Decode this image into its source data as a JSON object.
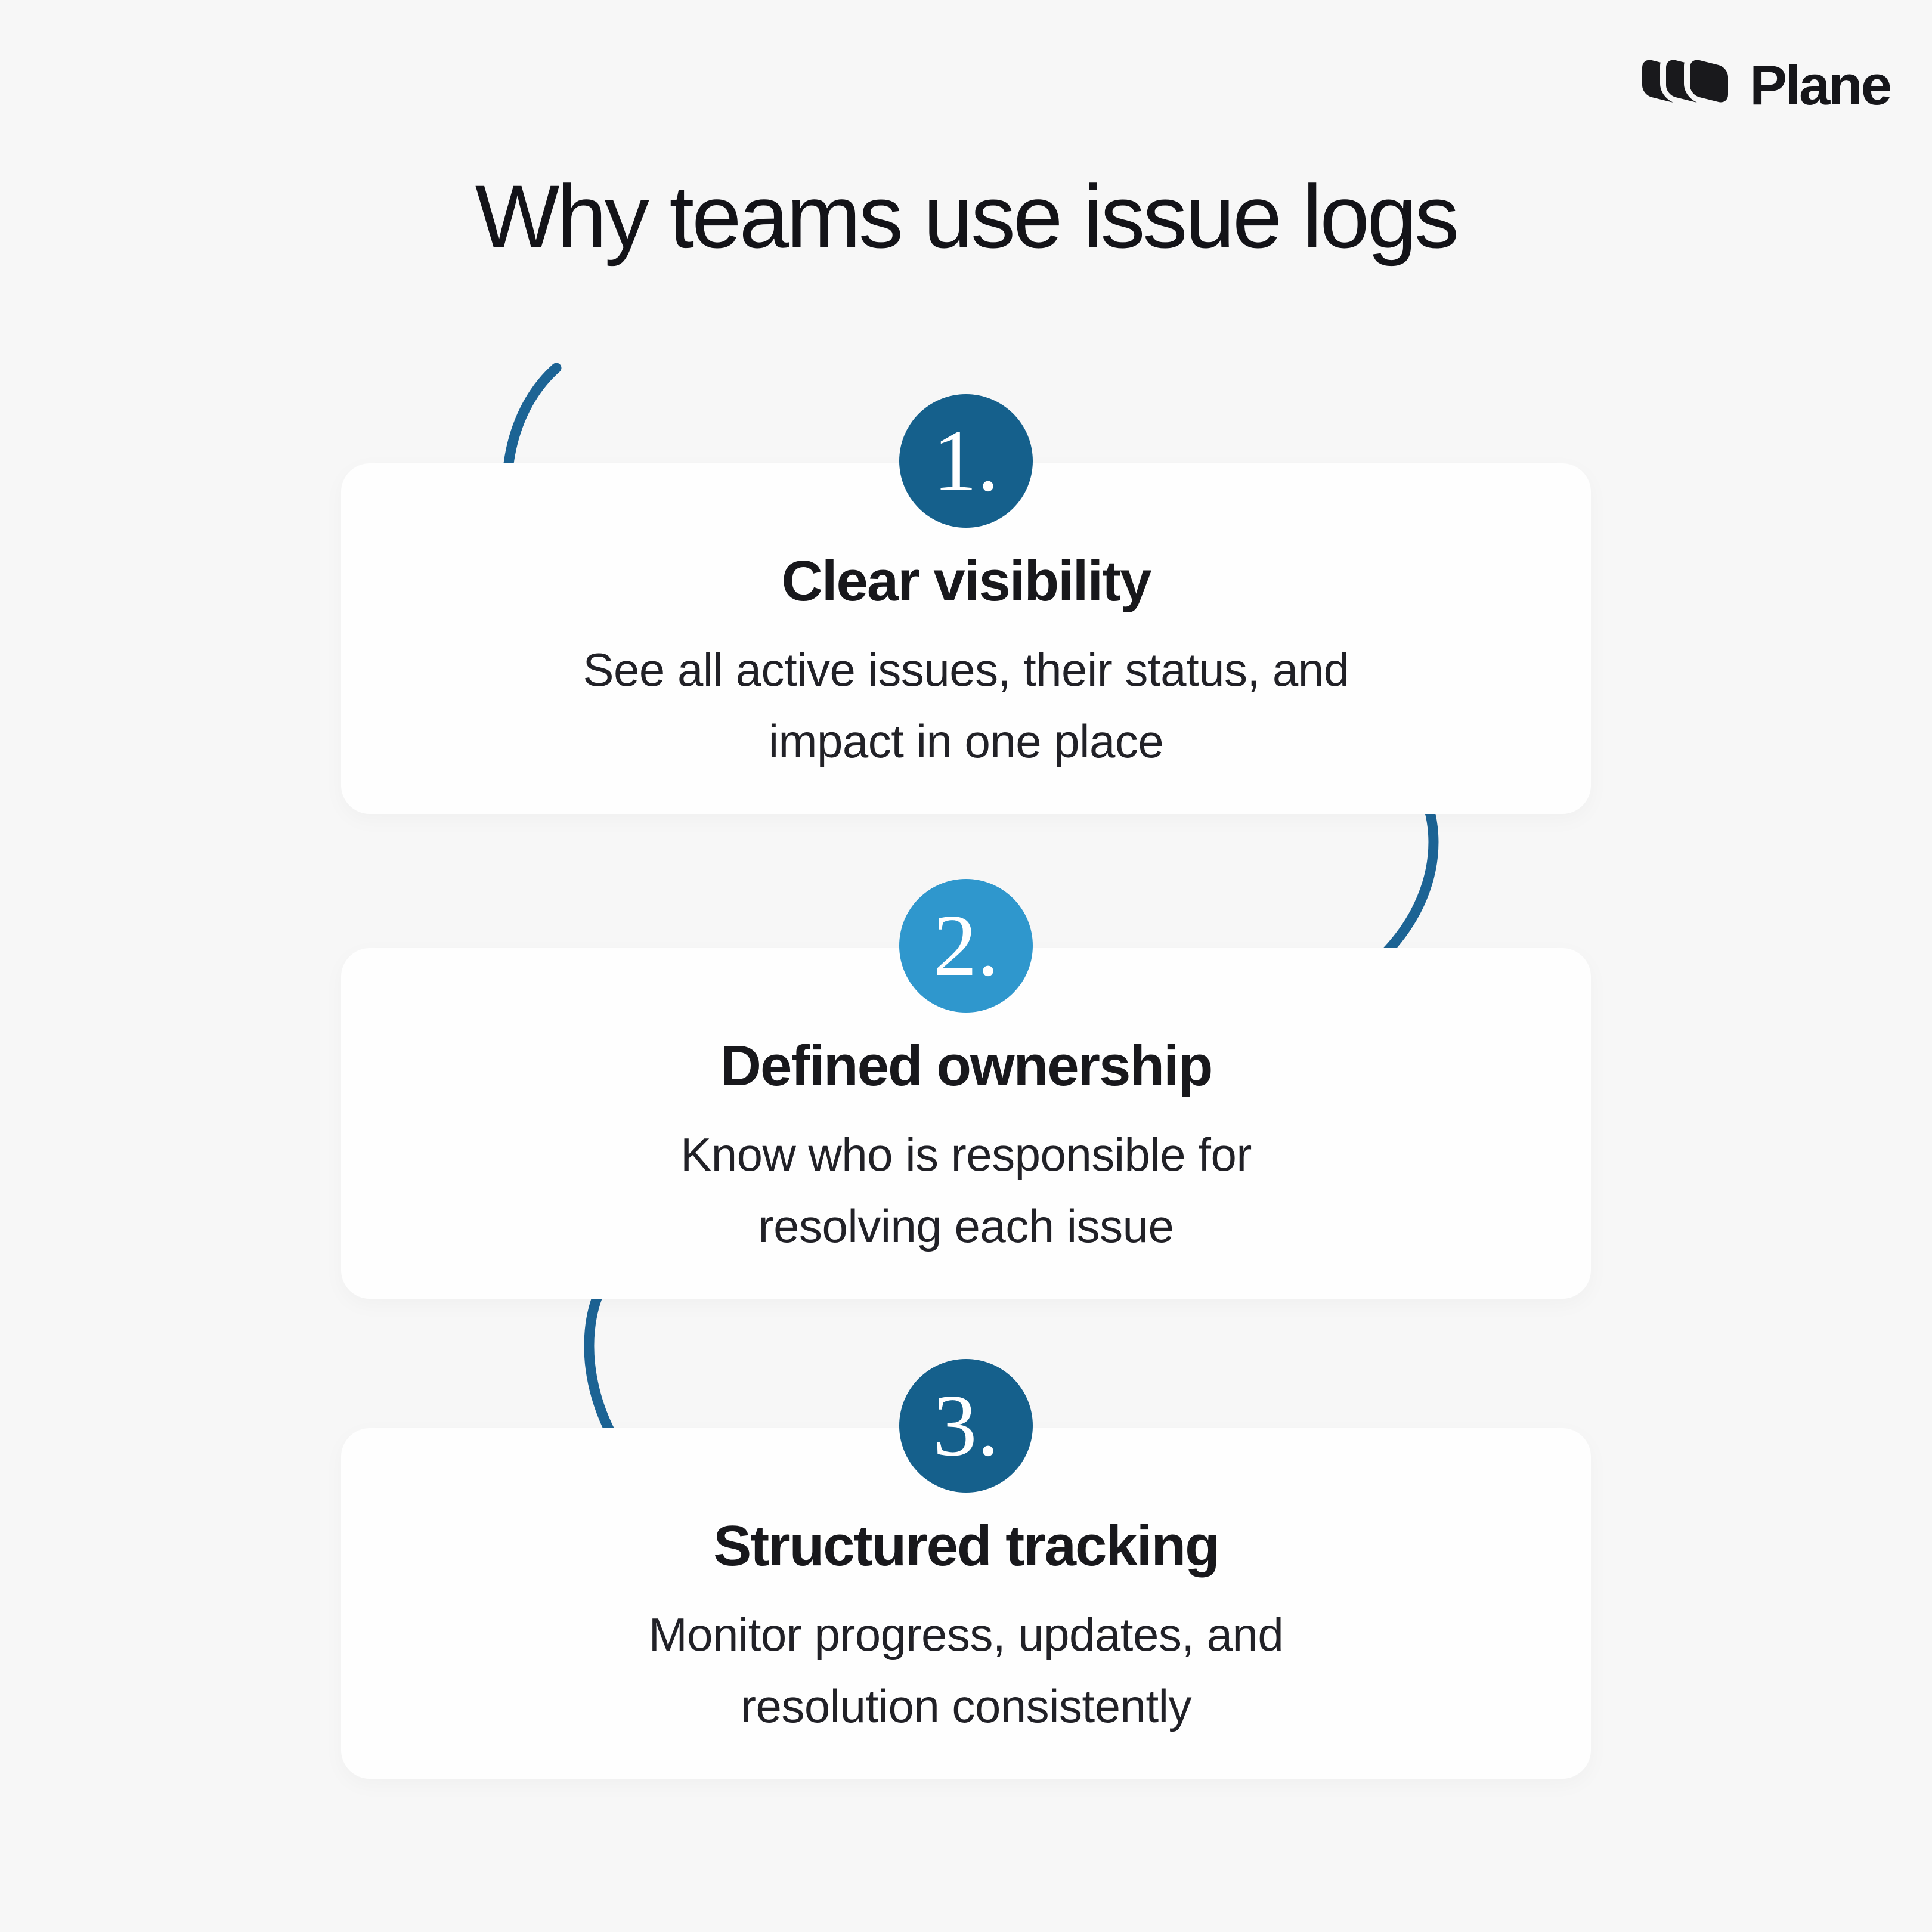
{
  "brand": {
    "name": "Plane"
  },
  "title": "Why teams use issue logs",
  "colors": {
    "page-bg": "#f7f7f7",
    "card-bg": "#fefefe",
    "accent-dark": "#15608c",
    "accent-light": "#2f97cd",
    "arrow": "#1c6394",
    "ink": "#18181c"
  },
  "icons": {
    "logo": "plane-logo-icon",
    "arrow_between_steps": "curved-hand-drawn-arrow-icon"
  },
  "cards": [
    {
      "number": "1.",
      "badge_color": "#15608c",
      "heading": "Clear visibility",
      "line1": "See all active issues, their status, and",
      "line2": "impact in one place"
    },
    {
      "number": "2.",
      "badge_color": "#2f97cd",
      "heading": "Defined ownership",
      "line1": "Know who is responsible for",
      "line2": "resolving each issue"
    },
    {
      "number": "3.",
      "badge_color": "#15608c",
      "heading": "Structured tracking",
      "line1": "Monitor progress, updates, and",
      "line2": "resolution consistently"
    }
  ]
}
